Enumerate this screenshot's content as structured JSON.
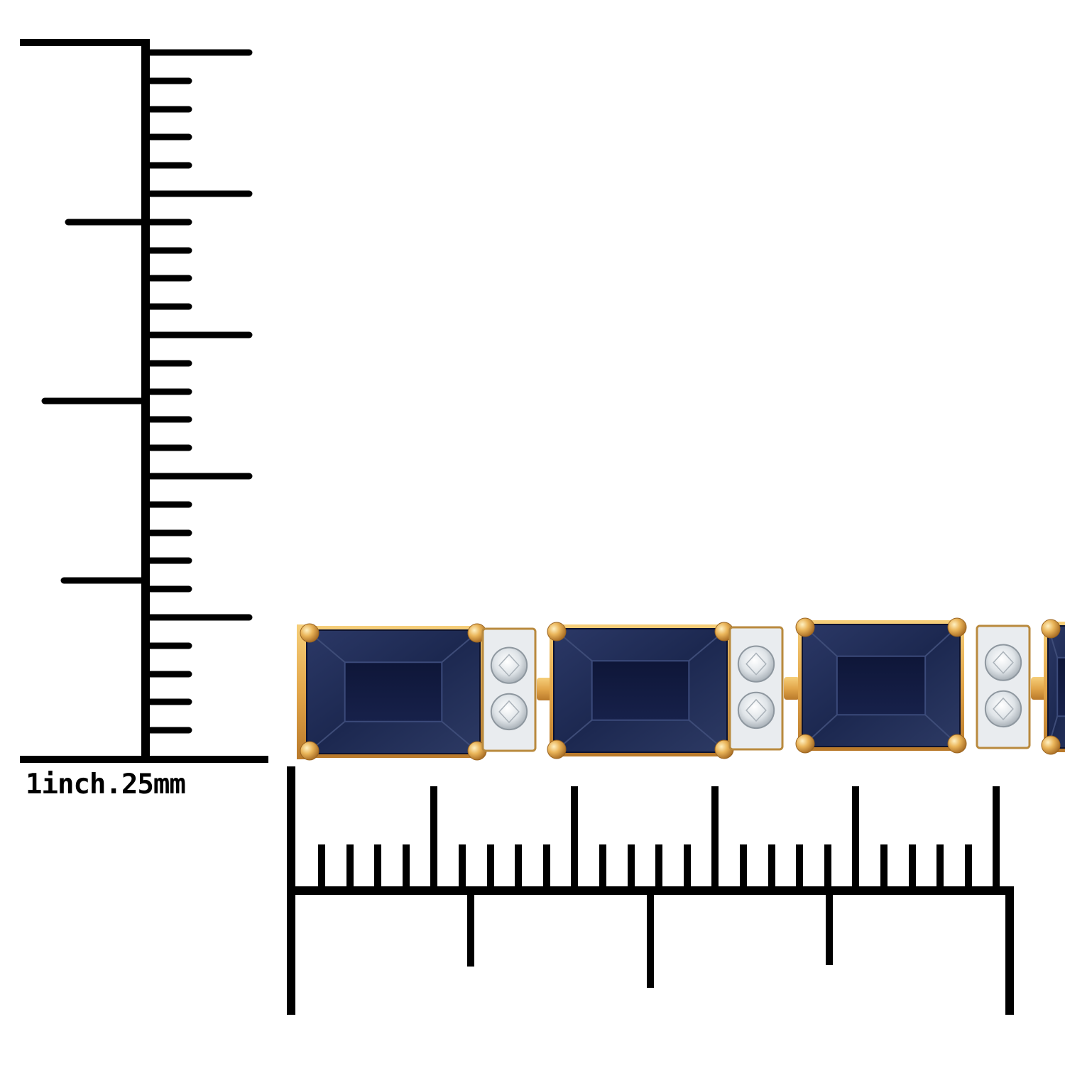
{
  "scale_label": "1inch.25mm",
  "colors": {
    "background": "#ffffff",
    "ruler_ink": "#000000",
    "gold": "#e2a64a",
    "sapphire": "#1a2550",
    "diamond": "#e6ebef"
  },
  "subject": {
    "sapphire_count_visible": 4,
    "diamond_count_visible": 6
  },
  "icons": [
    "vertical-ruler-icon",
    "horizontal-ruler-icon",
    "bracelet-icon"
  ]
}
